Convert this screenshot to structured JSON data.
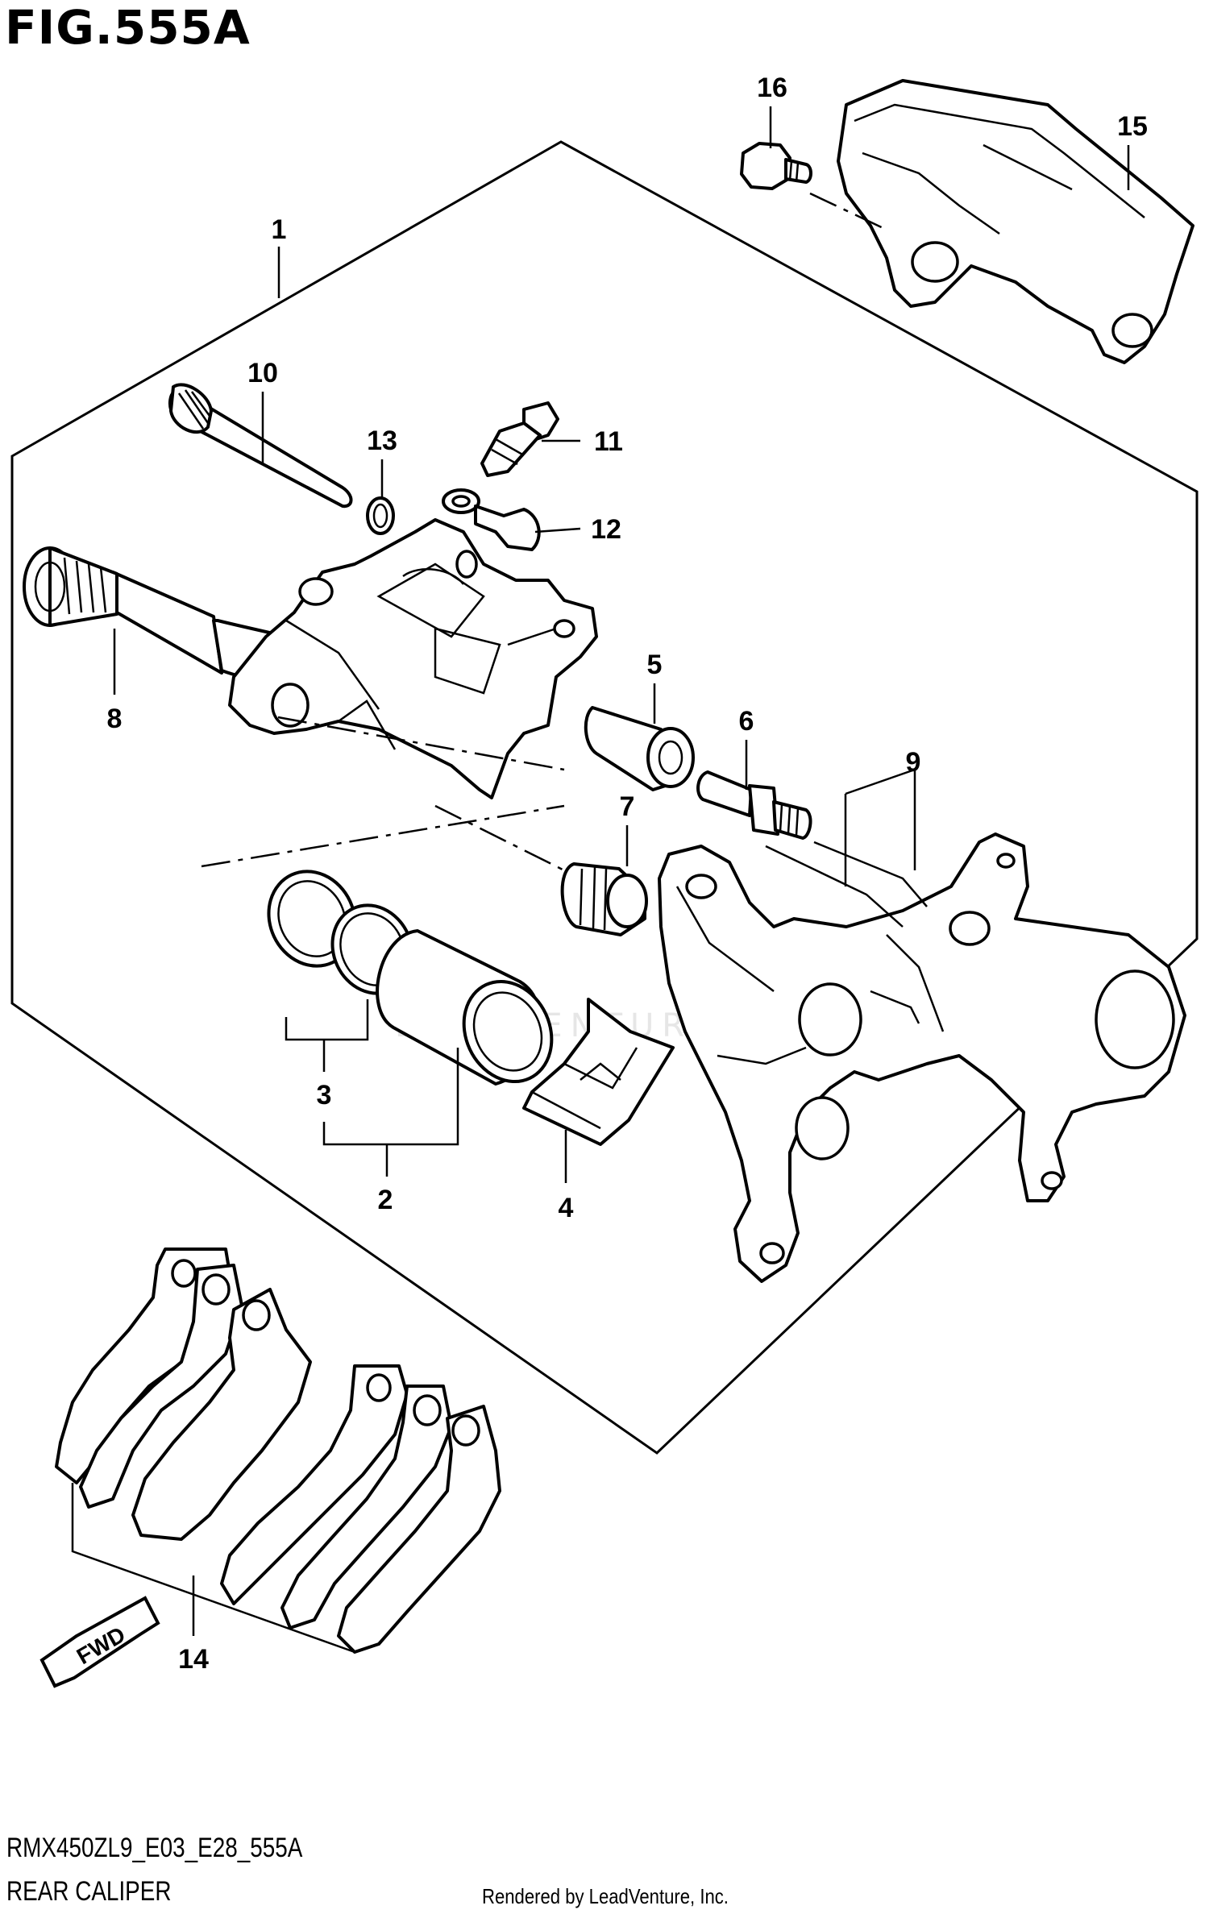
{
  "figure": {
    "title": "FIG.555A",
    "model_code": "RMX450ZL9_E03_E28_555A",
    "diagram_name": "REAR CALIPER",
    "rendered_by": "Rendered by LeadVenture, Inc.",
    "watermark": "LEADVENTURE"
  },
  "part_numbers": [
    "1",
    "2",
    "3",
    "4",
    "5",
    "6",
    "7",
    "8",
    "9",
    "10",
    "11",
    "12",
    "13",
    "14",
    "15",
    "16"
  ],
  "direction_marker": {
    "label": "FWD",
    "icon": "fwd-arrow-icon"
  },
  "parts": [
    {
      "ref": "1",
      "component": "caliper-assembly"
    },
    {
      "ref": "2",
      "component": "piston-set"
    },
    {
      "ref": "3",
      "component": "seal-set"
    },
    {
      "ref": "4",
      "component": "pad-spring"
    },
    {
      "ref": "5",
      "component": "boot"
    },
    {
      "ref": "6",
      "component": "slide-pin"
    },
    {
      "ref": "7",
      "component": "boot"
    },
    {
      "ref": "8",
      "component": "slide-pin"
    },
    {
      "ref": "9",
      "component": "caliper-bracket"
    },
    {
      "ref": "10",
      "component": "pad-pin"
    },
    {
      "ref": "11",
      "component": "bleeder-valve"
    },
    {
      "ref": "12",
      "component": "bleeder-cap"
    },
    {
      "ref": "13",
      "component": "o-ring"
    },
    {
      "ref": "14",
      "component": "brake-pad-set"
    },
    {
      "ref": "15",
      "component": "caliper-guard"
    },
    {
      "ref": "16",
      "component": "bolt"
    }
  ]
}
